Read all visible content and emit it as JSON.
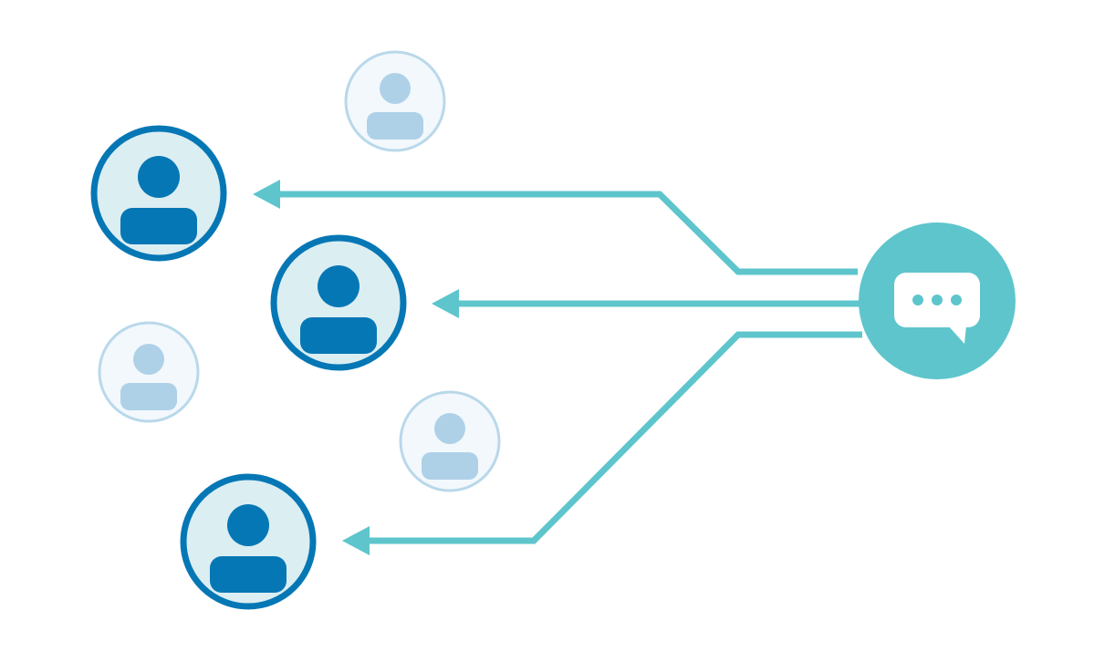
{
  "colors": {
    "background": "#ffffff",
    "connector": "#5ec5cc",
    "active_ring": "#0677b5",
    "active_fill": "#dbeef2",
    "active_icon": "#0677b5",
    "inactive_ring": "#b9d8ea",
    "inactive_fill": "#f2f8fc",
    "inactive_icon": "#aed1e8",
    "chat_hub_fill": "#5ec5cc",
    "chat_bubble_fill": "#ffffff",
    "chat_dot_fill": "#5ec5cc"
  },
  "icons": {
    "user": "user-icon",
    "chat": "chat-bubble-icon"
  },
  "users": [
    {
      "id": "inactive-top",
      "state": "inactive",
      "targeted": false
    },
    {
      "id": "active-top",
      "state": "active",
      "targeted": true
    },
    {
      "id": "active-middle",
      "state": "active",
      "targeted": true
    },
    {
      "id": "inactive-left",
      "state": "inactive",
      "targeted": false
    },
    {
      "id": "inactive-bottom",
      "state": "inactive",
      "targeted": false
    },
    {
      "id": "active-bottom",
      "state": "active",
      "targeted": true
    }
  ],
  "hub": {
    "id": "chat-hub",
    "icon": "chat-bubble-icon",
    "typing_dots": 3
  },
  "connections": [
    {
      "from": "chat-hub",
      "to": "active-top"
    },
    {
      "from": "chat-hub",
      "to": "active-middle"
    },
    {
      "from": "chat-hub",
      "to": "active-bottom"
    }
  ]
}
